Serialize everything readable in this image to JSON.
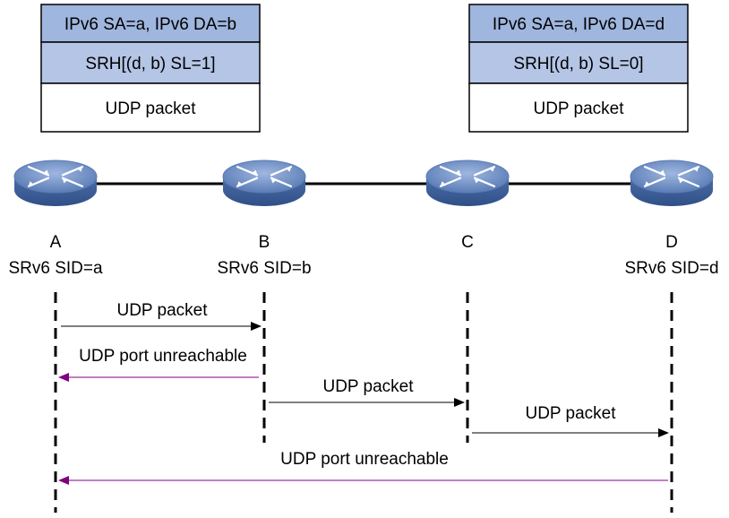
{
  "headers": [
    {
      "rows": [
        {
          "text": "IPv6 SA=a, IPv6 DA=b",
          "fill": "#9fb6de"
        },
        {
          "text": "SRH[(d, b) SL=1]",
          "fill": "#b4c5e6"
        },
        {
          "text": "UDP packet",
          "fill": "#ffffff"
        }
      ]
    },
    {
      "rows": [
        {
          "text": "IPv6 SA=a, IPv6 DA=d",
          "fill": "#9fb6de"
        },
        {
          "text": "SRH[(d, b) SL=0]",
          "fill": "#b4c5e6"
        },
        {
          "text": "UDP packet",
          "fill": "#ffffff"
        }
      ]
    }
  ],
  "nodes": [
    {
      "name": "A",
      "sid": "SRv6 SID=a"
    },
    {
      "name": "B",
      "sid": "SRv6 SID=b"
    },
    {
      "name": "C",
      "sid": ""
    },
    {
      "name": "D",
      "sid": "SRv6 SID=d"
    }
  ],
  "messages": [
    {
      "label": "UDP packet",
      "from": 0,
      "to": 1,
      "color": "#000000"
    },
    {
      "label": "UDP port unreachable",
      "from": 1,
      "to": 0,
      "color": "#800080"
    },
    {
      "label": "UDP packet",
      "from": 1,
      "to": 2,
      "color": "#000000"
    },
    {
      "label": "UDP packet",
      "from": 2,
      "to": 3,
      "color": "#000000"
    },
    {
      "label": "UDP port unreachable",
      "from": 3,
      "to": 0,
      "color": "#800080"
    }
  ],
  "colors": {
    "router_top": "#6f8fc4",
    "router_side": "#3e5f96",
    "link": "#000000"
  },
  "icon": "router-icon"
}
